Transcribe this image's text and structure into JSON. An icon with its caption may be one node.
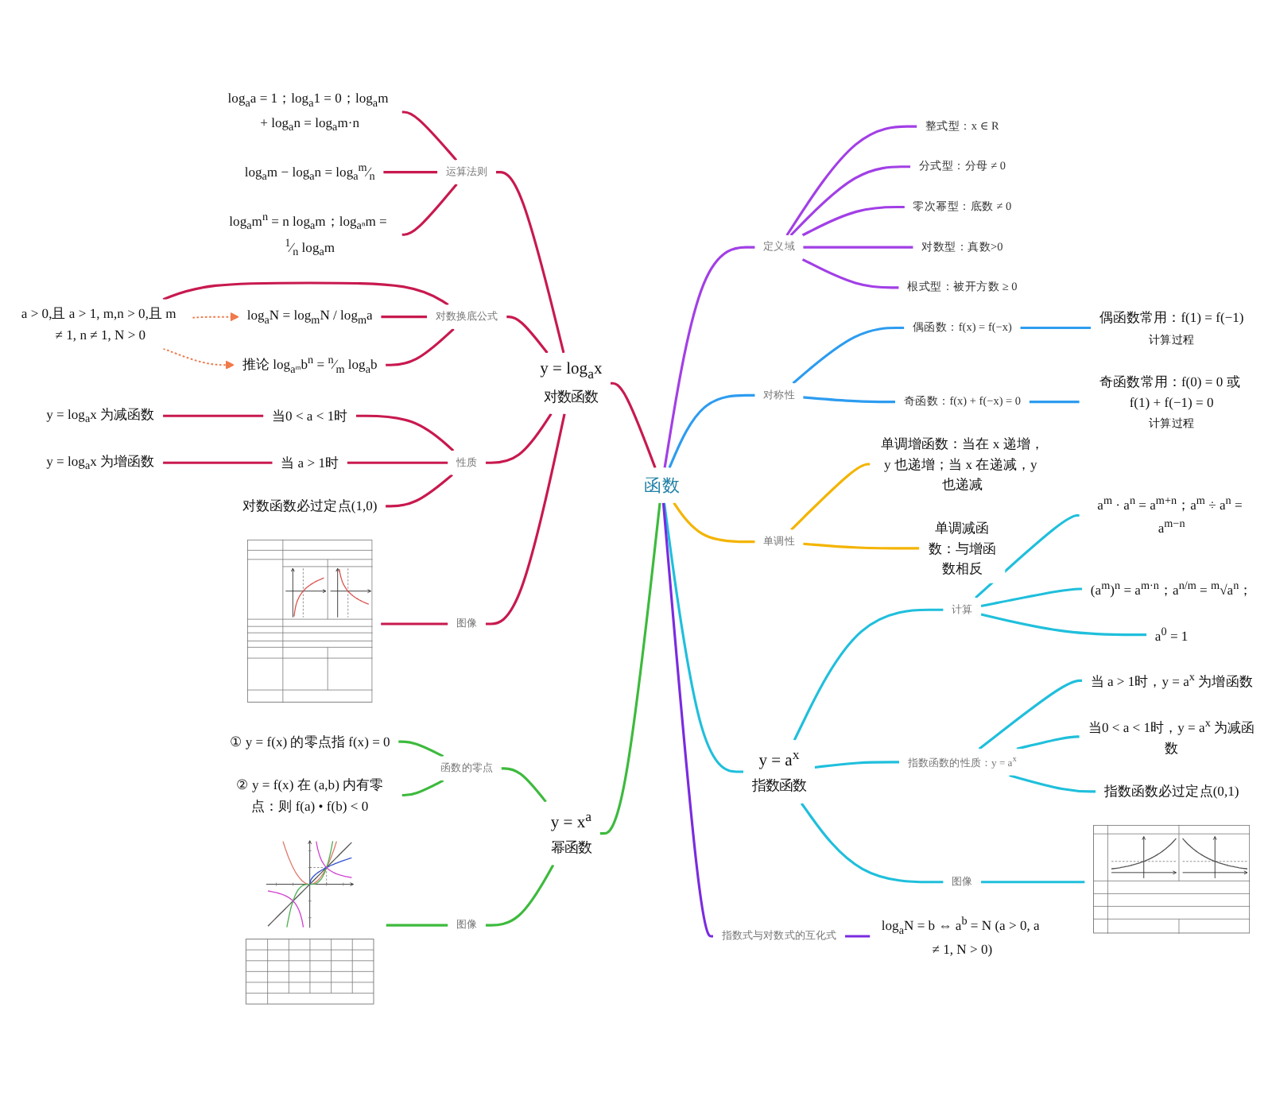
{
  "diagram": {
    "nodes": [
      {
        "text": [
          "函数"
        ]
      },
      {
        "text": [
          "y = log$_{a}$x",
          "对数函数"
        ]
      },
      {
        "text": [
          "运算法则"
        ]
      },
      {
        "text": [
          "log$_{a}$a = 1；log$_{a}$1 = 0；log$_{a}$m + log$_{a}$n = log$_{a}$m·n"
        ]
      },
      {
        "text": [
          "log$_{a}$m − log$_{a}$n = log$_{a}$$^{m}$⁄$_{n}$"
        ]
      },
      {
        "text": [
          "log$_{a}$m$^{n}$ = n log$_{a}$m；log$_{aⁿ}$m = $^{1}$⁄$_{n}$ log$_{a}$m"
        ]
      },
      {
        "text": [
          "a > 0,且 a > 1, m,n > 0,且 m ≠ 1, n ≠ 1, N > 0"
        ]
      },
      {
        "text": [
          "对数换底公式"
        ]
      },
      {
        "text": [
          "log$_{a}$N = log$_{m}$N / log$_{m}$a"
        ]
      },
      {
        "text": [
          "推论 log$_{aᵐ}$b$^{n}$ = $^{n}$⁄$_{m}$ log$_{a}$b"
        ]
      },
      {
        "text": [
          "性质"
        ]
      },
      {
        "text": [
          "当0 < a < 1时"
        ]
      },
      {
        "text": [
          "y = log$_{a}$x 为减函数"
        ]
      },
      {
        "text": [
          "当 a > 1时"
        ]
      },
      {
        "text": [
          "y = log$_{a}$x 为增函数"
        ]
      },
      {
        "text": [
          "对数函数必过定点(1,0)"
        ]
      },
      {
        "text": [
          "图像"
        ]
      },
      {
        "text": [],
        "shape": "picture"
      },
      {
        "text": [
          "y = x$^{a}$",
          "幂函数"
        ]
      },
      {
        "text": [
          "函数的零点"
        ]
      },
      {
        "text": [
          "① y = f(x) 的零点指 f(x) = 0"
        ]
      },
      {
        "text": [
          "② y = f(x) 在 (a,b) 内有零点：则 f(a) • f(b) < 0"
        ]
      },
      {
        "text": [
          "图像"
        ]
      },
      {
        "text": [],
        "shape": "picture"
      },
      {
        "text": [
          "定义域"
        ]
      },
      {
        "text": [
          "整式型：x ∈ R"
        ]
      },
      {
        "text": [
          "分式型：分母 ≠ 0"
        ]
      },
      {
        "text": [
          "零次幂型：底数 ≠ 0"
        ]
      },
      {
        "text": [
          "对数型：真数>0"
        ]
      },
      {
        "text": [
          "根式型：被开方数 ≥ 0"
        ]
      },
      {
        "text": [
          "对称性"
        ]
      },
      {
        "text": [
          "偶函数：f(x) = f(−x)"
        ]
      },
      {
        "text": [
          "偶函数常用：f(1) = f(−1)",
          "计算过程"
        ]
      },
      {
        "text": [
          "奇函数：f(x) + f(−x) = 0"
        ]
      },
      {
        "text": [
          "奇函数常用：f(0) = 0 或 f(1) + f(−1) = 0",
          "计算过程"
        ]
      },
      {
        "text": [
          "单调性"
        ]
      },
      {
        "text": [
          "单调增函数：当在 x 递增，y 也递增；当 x 在递减，y 也递减"
        ]
      },
      {
        "text": [
          "单调减函数：与增函数相反"
        ]
      },
      {
        "text": [
          "y = a$^{x}$",
          "指数函数"
        ]
      },
      {
        "text": [
          "计算"
        ]
      },
      {
        "text": [
          "a$^{m}$ · a$^{n}$ = a$^{m+n}$；a$^{m}$ ÷ a$^{n}$ = a$^{m−n}$"
        ]
      },
      {
        "text": [
          "(a$^{m}$)$^{n}$ = a$^{m·n}$；a$^{n/m}$ = $^{m}$√a$^{n}$；"
        ]
      },
      {
        "text": [
          "a$^{0}$ = 1"
        ]
      },
      {
        "text": [
          "指数函数的性质：y = a$^{x}$"
        ]
      },
      {
        "text": [
          "当 a > 1时，y = a$^{x}$ 为增函数"
        ]
      },
      {
        "text": [
          "当0 < a < 1时，y = a$^{x}$ 为减函数"
        ]
      },
      {
        "text": [
          "指数函数必过定点(0,1)"
        ]
      },
      {
        "text": [
          "图像"
        ]
      },
      {
        "text": [],
        "shape": "picture"
      },
      {
        "text": [
          "指数式与对数式的互化式"
        ]
      },
      {
        "text": [
          "log$_{a}$N = b ⇔ a$^{b}$ = N (a > 0, a ≠ 1, N > 0)"
        ]
      }
    ],
    "edges": [
      {
        "from": 1,
        "to": 0,
        "arrow": "none"
      },
      {
        "from": 2,
        "to": 1,
        "arrow": "none"
      },
      {
        "from": 3,
        "to": 2,
        "arrow": "none"
      },
      {
        "from": 4,
        "to": 2,
        "arrow": "none"
      },
      {
        "from": 5,
        "to": 2,
        "arrow": "none"
      },
      {
        "from": 7,
        "to": 1,
        "arrow": "none"
      },
      {
        "from": 6,
        "to": 7,
        "arrow": "none"
      },
      {
        "from": 8,
        "to": 7,
        "arrow": "none"
      },
      {
        "from": 9,
        "to": 7,
        "arrow": "none"
      },
      {
        "from": 6,
        "to": 8,
        "arrow": "to",
        "style": "dashed",
        "color": "#f07a4a"
      },
      {
        "from": 6,
        "to": 9,
        "arrow": "to",
        "style": "dashed",
        "color": "#f07a4a"
      },
      {
        "from": 10,
        "to": 1,
        "arrow": "none"
      },
      {
        "from": 11,
        "to": 10,
        "arrow": "none"
      },
      {
        "from": 12,
        "to": 11,
        "arrow": "none"
      },
      {
        "from": 13,
        "to": 10,
        "arrow": "none"
      },
      {
        "from": 14,
        "to": 13,
        "arrow": "none"
      },
      {
        "from": 15,
        "to": 10,
        "arrow": "none"
      },
      {
        "from": 16,
        "to": 1,
        "arrow": "none"
      },
      {
        "from": 17,
        "to": 16,
        "arrow": "none"
      },
      {
        "from": 18,
        "to": 0,
        "arrow": "none",
        "color": "#3dba3d"
      },
      {
        "from": 19,
        "to": 18,
        "arrow": "none",
        "color": "#3dba3d"
      },
      {
        "from": 20,
        "to": 19,
        "arrow": "none",
        "color": "#3dba3d"
      },
      {
        "from": 21,
        "to": 19,
        "arrow": "none",
        "color": "#3dba3d"
      },
      {
        "from": 22,
        "to": 18,
        "arrow": "none",
        "color": "#3dba3d"
      },
      {
        "from": 23,
        "to": 22,
        "arrow": "none",
        "color": "#3dba3d"
      },
      {
        "from": 0,
        "to": 24,
        "arrow": "none",
        "color": "#a23fe6"
      },
      {
        "from": 24,
        "to": 25,
        "arrow": "none",
        "color": "#a23fe6"
      },
      {
        "from": 24,
        "to": 26,
        "arrow": "none",
        "color": "#a23fe6"
      },
      {
        "from": 24,
        "to": 27,
        "arrow": "none",
        "color": "#a23fe6"
      },
      {
        "from": 24,
        "to": 28,
        "arrow": "none",
        "color": "#a23fe6"
      },
      {
        "from": 24,
        "to": 29,
        "arrow": "none",
        "color": "#a23fe6"
      },
      {
        "from": 0,
        "to": 30,
        "arrow": "none",
        "color": "#2d9cf0"
      },
      {
        "from": 30,
        "to": 31,
        "arrow": "none",
        "color": "#2d9cf0"
      },
      {
        "from": 31,
        "to": 32,
        "arrow": "none",
        "color": "#2d9cf0"
      },
      {
        "from": 30,
        "to": 33,
        "arrow": "none",
        "color": "#2d9cf0"
      },
      {
        "from": 33,
        "to": 34,
        "arrow": "none",
        "color": "#2d9cf0"
      },
      {
        "from": 0,
        "to": 35,
        "arrow": "none",
        "color": "#f4b400"
      },
      {
        "from": 35,
        "to": 36,
        "arrow": "none",
        "color": "#f4b400"
      },
      {
        "from": 35,
        "to": 37,
        "arrow": "none",
        "color": "#f4b400"
      },
      {
        "from": 0,
        "to": 38,
        "arrow": "none",
        "color": "#1fbfdc"
      },
      {
        "from": 38,
        "to": 39,
        "arrow": "none",
        "color": "#1fbfdc"
      },
      {
        "from": 39,
        "to": 40,
        "arrow": "none",
        "color": "#1fbfdc"
      },
      {
        "from": 39,
        "to": 41,
        "arrow": "none",
        "color": "#1fbfdc"
      },
      {
        "from": 39,
        "to": 42,
        "arrow": "none",
        "color": "#1fbfdc"
      },
      {
        "from": 38,
        "to": 43,
        "arrow": "none",
        "color": "#1fbfdc"
      },
      {
        "from": 43,
        "to": 44,
        "arrow": "none",
        "color": "#1fbfdc"
      },
      {
        "from": 43,
        "to": 45,
        "arrow": "none",
        "color": "#1fbfdc"
      },
      {
        "from": 43,
        "to": 46,
        "arrow": "none",
        "color": "#1fbfdc"
      },
      {
        "from": 38,
        "to": 47,
        "arrow": "none",
        "color": "#1fbfdc"
      },
      {
        "from": 47,
        "to": 48,
        "arrow": "none",
        "color": "#1fbfdc"
      },
      {
        "from": 0,
        "to": 49,
        "arrow": "none",
        "color": "#7a2be0"
      },
      {
        "from": 49,
        "to": 50,
        "arrow": "none",
        "color": "#7a2be0"
      }
    ]
  }
}
